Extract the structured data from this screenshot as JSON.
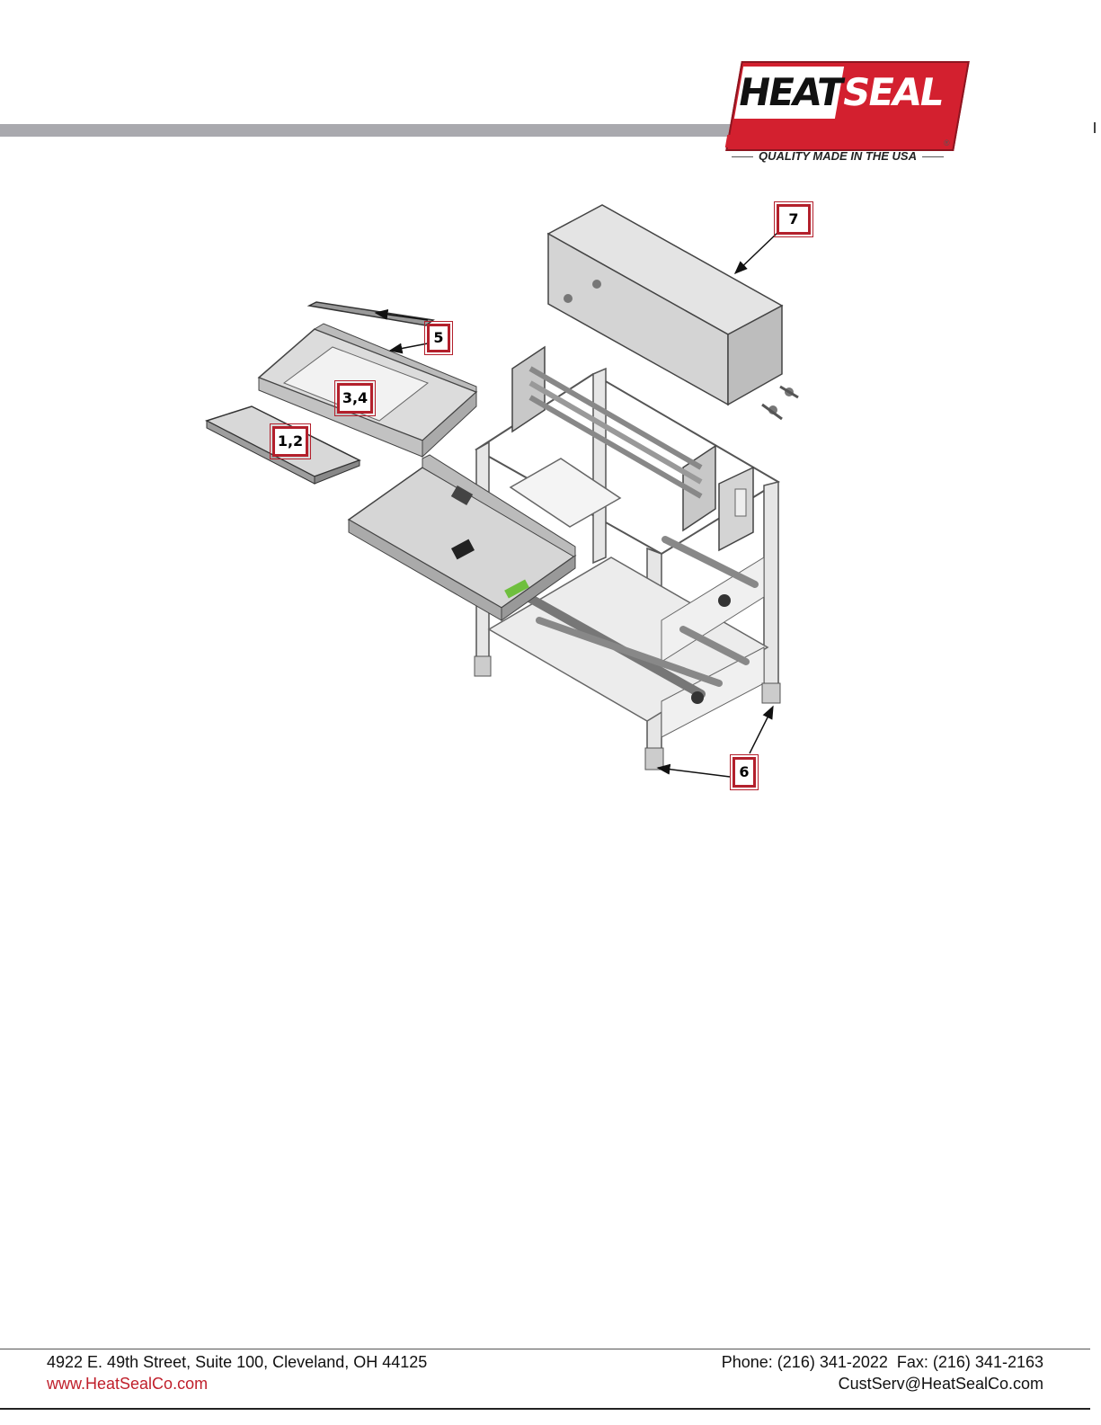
{
  "logo": {
    "word_left": "HEAT",
    "word_right": "SEAL",
    "registered": "®",
    "tagline": "QUALITY MADE IN THE USA"
  },
  "callouts": {
    "c7": "7",
    "c5": "5",
    "c34": "3,4",
    "c12": "1,2",
    "c6": "6"
  },
  "footer": {
    "address": "4922 E. 49th Street, Suite 100, Cleveland, OH 44125",
    "website": "www.HeatSealCo.com",
    "phone_fax": "Phone: (216) 341-2022  Fax: (216) 341-2163",
    "email": "CustServ@HeatSealCo.com"
  },
  "colors": {
    "brand_red": "#d3202f",
    "header_bar": "#a9a9ae"
  }
}
